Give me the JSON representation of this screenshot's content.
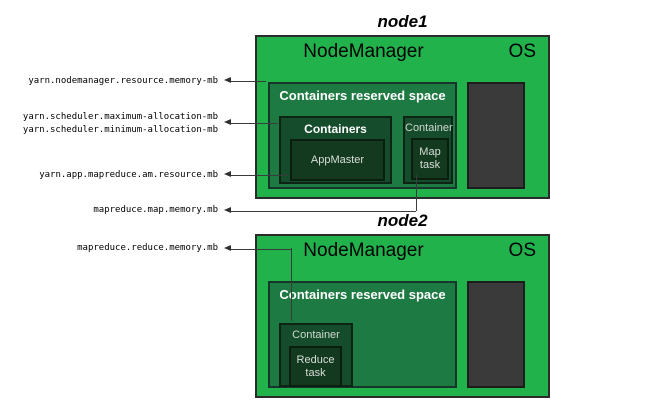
{
  "diagram": {
    "title_node1": "node1",
    "title_node2": "node2",
    "labels": {
      "nodemanager": "NodeManager",
      "os": "OS",
      "reserved_space": "Containers reserved space",
      "containers_plural": "Containers",
      "container_singular": "Container",
      "appmaster": "AppMaster",
      "map_task": "Map\ntask",
      "map_task_line1": "Map",
      "map_task_line2": "task",
      "reduce_task_line1": "Reduce",
      "reduce_task_line2": "task"
    },
    "config_labels": [
      {
        "id": "nm-resource-memory",
        "text": "yarn.nodemanager.resource.memory-mb"
      },
      {
        "id": "sched-max-alloc",
        "text": "yarn.scheduler.maximum-allocation-mb"
      },
      {
        "id": "sched-min-alloc",
        "text": "yarn.scheduler.minimum-allocation-mb"
      },
      {
        "id": "am-resource",
        "text": "yarn.app.mapreduce.am.resource.mb"
      },
      {
        "id": "map-memory",
        "text": "mapreduce.map.memory.mb"
      },
      {
        "id": "reduce-memory",
        "text": "mapreduce.reduce.memory.mb"
      }
    ],
    "colors": {
      "node_green": "#22b24c",
      "reserved_green": "#1e7a43",
      "containers_green": "#154c2b",
      "task_green": "#13391f",
      "os_gray": "#3a3a3a",
      "border_dark": "#2b2b2b",
      "connector": "#3b3b3b",
      "background": "#ffffff"
    }
  }
}
